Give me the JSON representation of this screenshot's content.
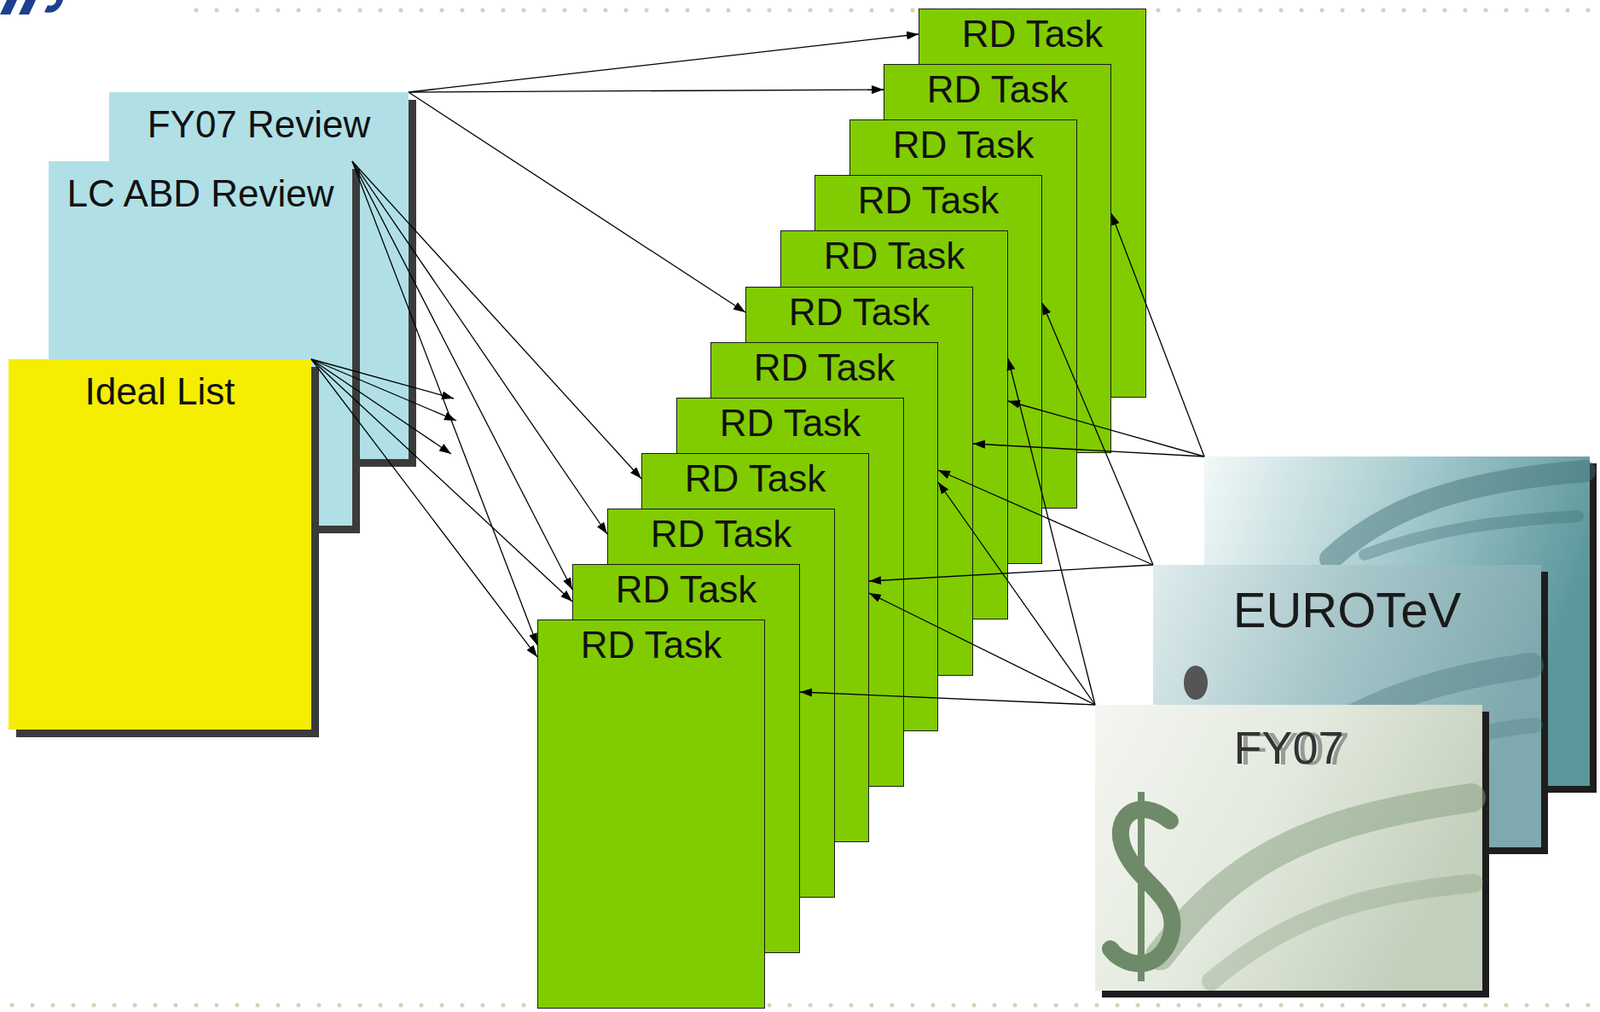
{
  "diagram": {
    "nodes": [
      {
        "text": [
          "FY07 Review"
        ]
      },
      {
        "text": [
          "LC ABD Review"
        ]
      },
      {
        "text": [
          "Ideal List"
        ]
      },
      {
        "text": [
          "RD Task"
        ]
      },
      {
        "text": [
          "RD Task"
        ]
      },
      {
        "text": [
          "RD Task"
        ]
      },
      {
        "text": [
          "RD Task"
        ]
      },
      {
        "text": [
          "RD Task"
        ]
      },
      {
        "text": [
          "RD Task"
        ]
      },
      {
        "text": [
          "RD Task"
        ]
      },
      {
        "text": [
          "RD Task"
        ]
      },
      {
        "text": [
          "RD Task"
        ]
      },
      {
        "text": [
          "RD Task"
        ]
      },
      {
        "text": [
          "RD Task"
        ]
      },
      {
        "text": [
          "RD Task"
        ]
      },
      {
        "text": [
          "EUROTeV"
        ]
      },
      {
        "text": [
          "FY07"
        ]
      }
    ],
    "edges": [
      {
        "from": 0,
        "to": 3,
        "arrow": "to"
      },
      {
        "from": 0,
        "to": 4,
        "arrow": "to"
      },
      {
        "from": 0,
        "to": 8,
        "arrow": "to"
      },
      {
        "from": 1,
        "to": 11,
        "arrow": "to"
      },
      {
        "from": 1,
        "to": 12,
        "arrow": "to"
      },
      {
        "from": 1,
        "to": 13,
        "arrow": "to"
      },
      {
        "from": 1,
        "to": 14,
        "arrow": "to"
      },
      {
        "from": 2,
        "to": 13,
        "arrow": "to"
      },
      {
        "from": 2,
        "to": 14,
        "arrow": "to"
      },
      {
        "from": 15,
        "to": 6,
        "arrow": "to"
      },
      {
        "from": 15,
        "to": 9,
        "arrow": "to"
      },
      {
        "from": 15,
        "to": 11,
        "arrow": "to"
      },
      {
        "from": 16,
        "to": 7,
        "arrow": "to"
      },
      {
        "from": 16,
        "to": 9,
        "arrow": "to"
      },
      {
        "from": 16,
        "to": 11,
        "arrow": "to"
      },
      {
        "from": 16,
        "to": 13,
        "arrow": "to"
      }
    ]
  }
}
